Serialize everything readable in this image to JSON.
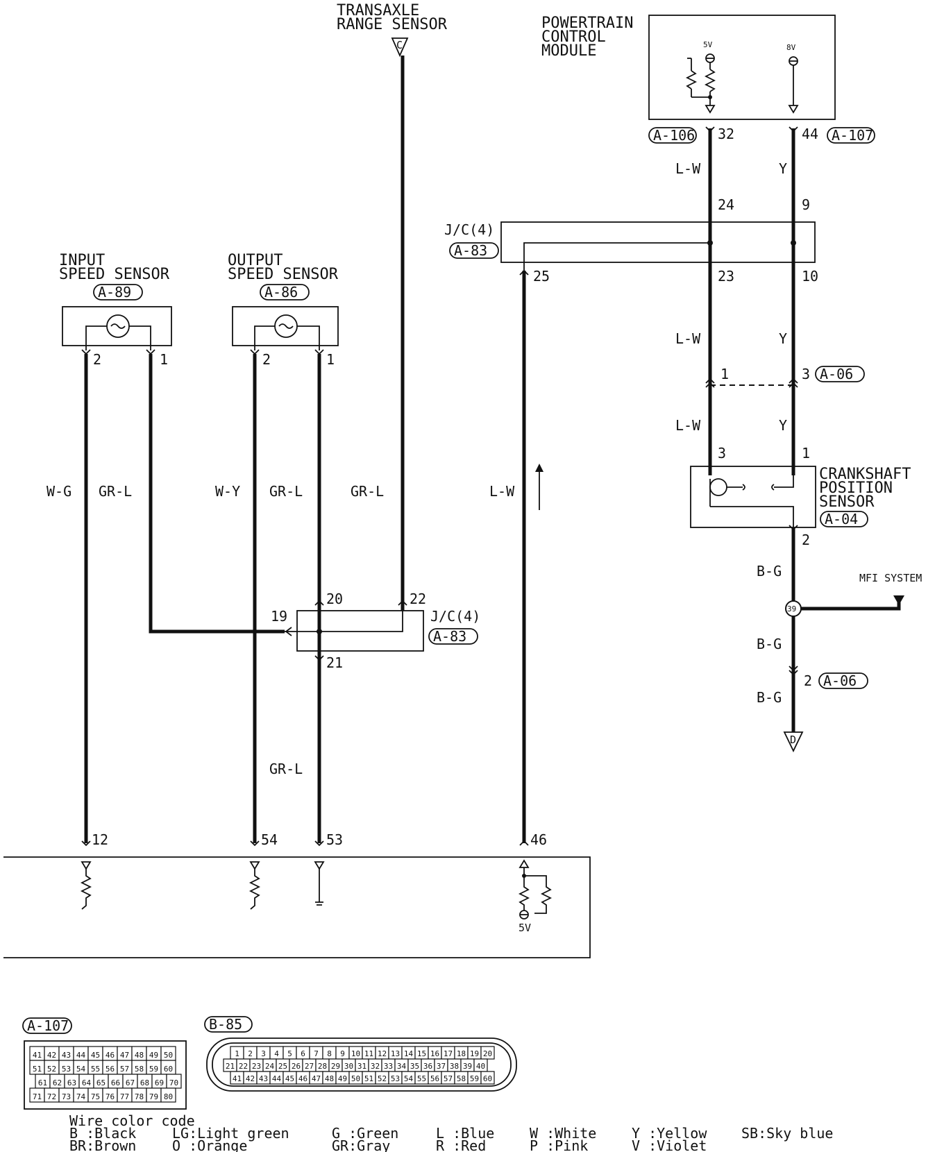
{
  "components": {
    "transaxle_range_sensor": {
      "line1": "TRANSAXLE",
      "line2": "RANGE SENSOR",
      "link": "C"
    },
    "pcm": {
      "line1": "POWERTRAIN",
      "line2": "CONTROL",
      "line3": "MODULE",
      "v5": "5V",
      "v8": "8V"
    },
    "input_speed_sensor": {
      "line1": "INPUT",
      "line2": "SPEED SENSOR",
      "conn": "A-89"
    },
    "output_speed_sensor": {
      "line1": "OUTPUT",
      "line2": "SPEED SENSOR",
      "conn": "A-86"
    },
    "crankshaft_sensor": {
      "line1": "CRANKSHAFT",
      "line2": "POSITION",
      "line3": "SENSOR",
      "conn": "A-04"
    },
    "jc_top": {
      "name": "J/C(4)",
      "conn": "A-83"
    },
    "jc_bottom": {
      "name": "J/C(4)",
      "conn": "A-83"
    },
    "mfi": "MFI SYSTEM",
    "splice": "39",
    "ground_link": "D",
    "tcm_5v": "5V"
  },
  "connectors": {
    "a106": "A-106",
    "a107": "A-107",
    "a06_upper": "A-06",
    "a06_lower": "A-06"
  },
  "pins": {
    "p32": "32",
    "p44": "44",
    "p24": "24",
    "p9": "9",
    "p25": "25",
    "p23": "23",
    "p10": "10",
    "p1_a06": "1",
    "p3_a06": "3",
    "p3_ckp": "3",
    "p1_ckp": "1",
    "p2_ckp": "2",
    "p2_a06": "2",
    "p2_in": "2",
    "p1_in": "1",
    "p2_out": "2",
    "p1_out": "1",
    "p19": "19",
    "p20": "20",
    "p22": "22",
    "p21": "21",
    "p12": "12",
    "p54": "54",
    "p53": "53",
    "p46": "46"
  },
  "wires": {
    "lw_pcm": "L-W",
    "y_pcm": "Y",
    "lw_jc": "L-W",
    "y_jc": "Y",
    "lw_ckp": "L-W",
    "y_ckp": "Y",
    "bg1": "B-G",
    "bg2": "B-G",
    "bg3": "B-G",
    "wg": "W-G",
    "grl_in": "GR-L",
    "wy": "W-Y",
    "grl_out": "GR-L",
    "grl_tr": "GR-L",
    "lw_main": "L-W",
    "grl_low": "GR-L"
  },
  "connector_views": {
    "a107": {
      "label": "A-107",
      "rows": [
        [
          "41",
          "42",
          "43",
          "44",
          "45",
          "46",
          "47",
          "48",
          "49",
          "50"
        ],
        [
          "51",
          "52",
          "53",
          "54",
          "55",
          "56",
          "57",
          "58",
          "59",
          "60"
        ],
        [
          "61",
          "62",
          "63",
          "64",
          "65",
          "66",
          "67",
          "68",
          "69",
          "70"
        ],
        [
          "71",
          "72",
          "73",
          "74",
          "75",
          "76",
          "77",
          "78",
          "79",
          "80"
        ]
      ]
    },
    "b85": {
      "label": "B-85",
      "rows": [
        [
          "1",
          "2",
          "3",
          "4",
          "5",
          "6",
          "7",
          "8",
          "9",
          "10",
          "11",
          "12",
          "13",
          "14",
          "15",
          "16",
          "17",
          "18",
          "19",
          "20"
        ],
        [
          "21",
          "22",
          "23",
          "24",
          "25",
          "26",
          "27",
          "28",
          "29",
          "30",
          "31",
          "32",
          "33",
          "34",
          "35",
          "36",
          "37",
          "38",
          "39",
          "40"
        ],
        [
          "41",
          "42",
          "43",
          "44",
          "45",
          "46",
          "47",
          "48",
          "49",
          "50",
          "51",
          "52",
          "53",
          "54",
          "55",
          "56",
          "57",
          "58",
          "59",
          "60"
        ]
      ]
    }
  },
  "legend": {
    "title": "Wire color code",
    "b": "B :Black",
    "br": "BR:Brown",
    "lg": "LG:Light green",
    "o": "O :Orange",
    "g": "G :Green",
    "gr": "GR:Gray",
    "l": "L :Blue",
    "r": "R :Red",
    "w": "W :White",
    "p": "P :Pink",
    "y": "Y :Yellow",
    "v": "V :Violet",
    "sb": "SB:Sky blue"
  }
}
